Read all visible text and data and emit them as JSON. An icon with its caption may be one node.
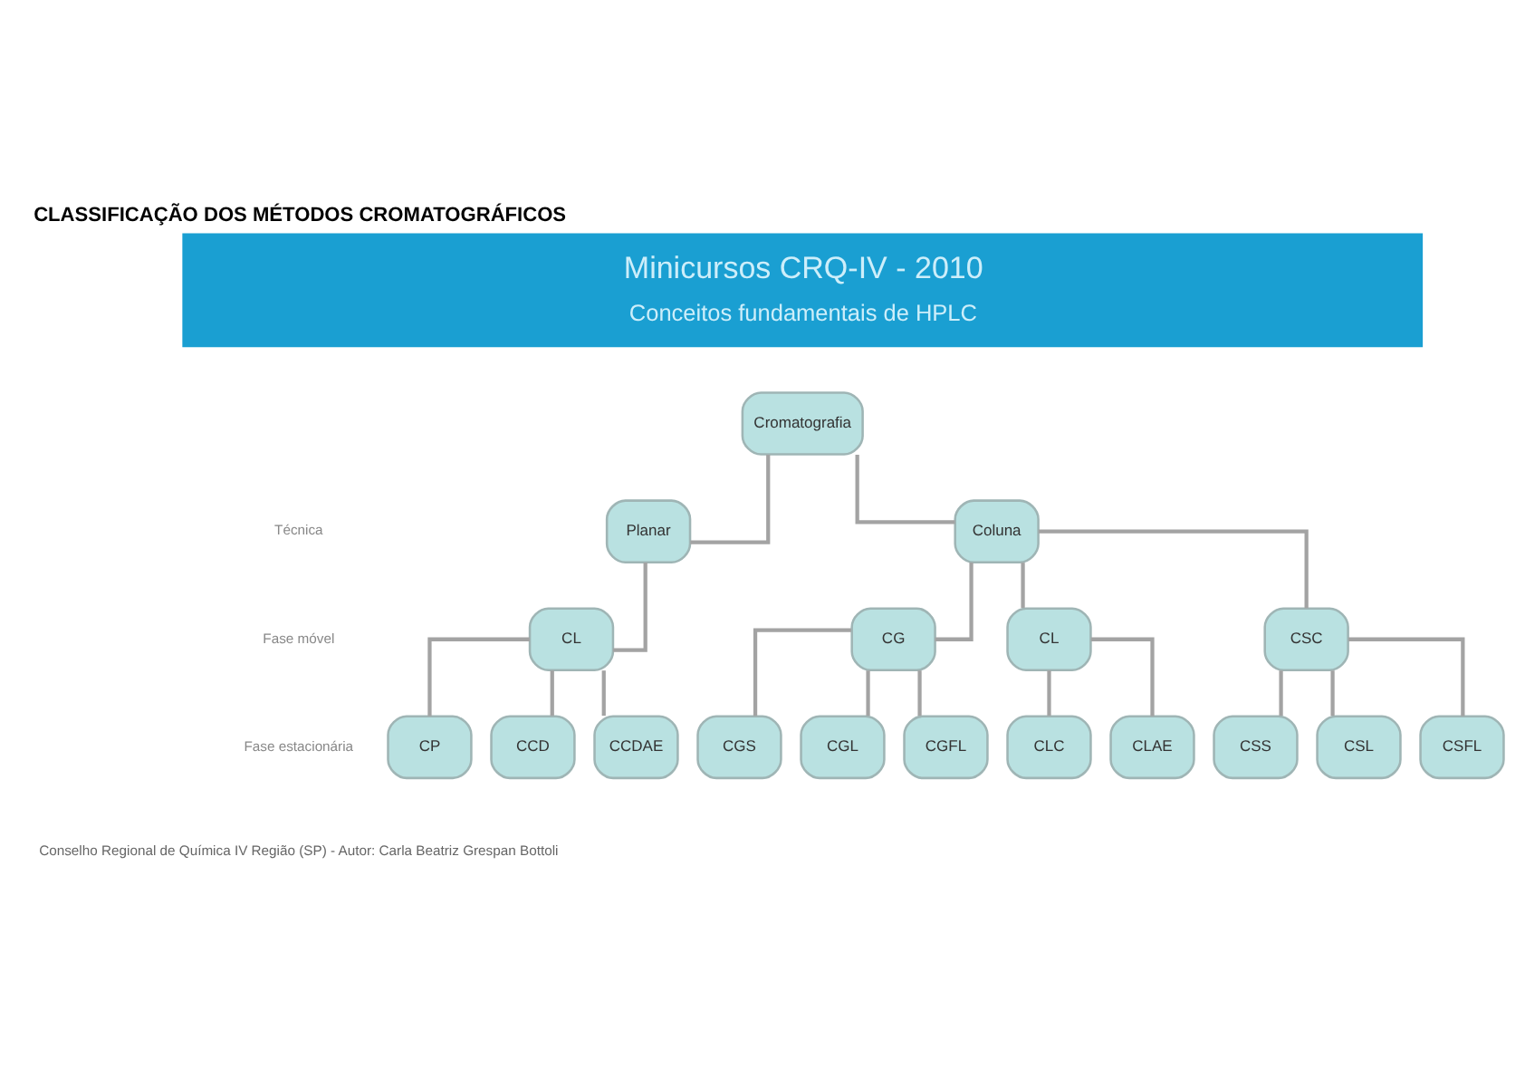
{
  "diagram": {
    "title": "CLASSIFICAÇÃO DOS MÉTODOS CROMATOGRÁFICOS",
    "nodes": [
      {
        "text": [
          "Minicursos CRQ-IV - 2010",
          "Conceitos fundamentais de HPLC"
        ]
      },
      {
        "text": [
          "Cromatografia"
        ]
      },
      {
        "text": [
          "Planar"
        ]
      },
      {
        "text": [
          "Coluna"
        ]
      },
      {
        "text": [
          "CL"
        ]
      },
      {
        "text": [
          "CG"
        ]
      },
      {
        "text": [
          "CL"
        ]
      },
      {
        "text": [
          "CSC"
        ]
      },
      {
        "text": [
          "CP"
        ]
      },
      {
        "text": [
          "CCD"
        ]
      },
      {
        "text": [
          "CCDAE"
        ]
      },
      {
        "text": [
          "CGS"
        ]
      },
      {
        "text": [
          "CGL"
        ]
      },
      {
        "text": [
          "CGFL"
        ]
      },
      {
        "text": [
          "CLC"
        ]
      },
      {
        "text": [
          "CLAE"
        ]
      },
      {
        "text": [
          "CSS"
        ]
      },
      {
        "text": [
          "CSL"
        ]
      },
      {
        "text": [
          "CSFL"
        ]
      }
    ],
    "edges": [
      {
        "from": 1,
        "to": 2,
        "arrow": "none"
      },
      {
        "from": 1,
        "to": 3,
        "arrow": "none"
      },
      {
        "from": 2,
        "to": 4,
        "arrow": "none"
      },
      {
        "from": 3,
        "to": 5,
        "arrow": "none"
      },
      {
        "from": 3,
        "to": 6,
        "arrow": "none"
      },
      {
        "from": 3,
        "to": 7,
        "arrow": "none"
      },
      {
        "from": 4,
        "to": 8,
        "arrow": "none"
      },
      {
        "from": 4,
        "to": 9,
        "arrow": "none"
      },
      {
        "from": 4,
        "to": 10,
        "arrow": "none"
      },
      {
        "from": 5,
        "to": 11,
        "arrow": "none"
      },
      {
        "from": 5,
        "to": 12,
        "arrow": "none"
      },
      {
        "from": 5,
        "to": 13,
        "arrow": "none"
      },
      {
        "from": 6,
        "to": 14,
        "arrow": "none"
      },
      {
        "from": 6,
        "to": 15,
        "arrow": "none"
      },
      {
        "from": 7,
        "to": 16,
        "arrow": "none"
      },
      {
        "from": 7,
        "to": 17,
        "arrow": "none"
      },
      {
        "from": 7,
        "to": 18,
        "arrow": "none"
      }
    ],
    "labels": [
      "Técnica",
      "Fase móvel",
      "Fase estacionária",
      "Conselho Regional de Química IV Região (SP) - Autor: Carla Beatriz Grespan Bottoli"
    ]
  }
}
